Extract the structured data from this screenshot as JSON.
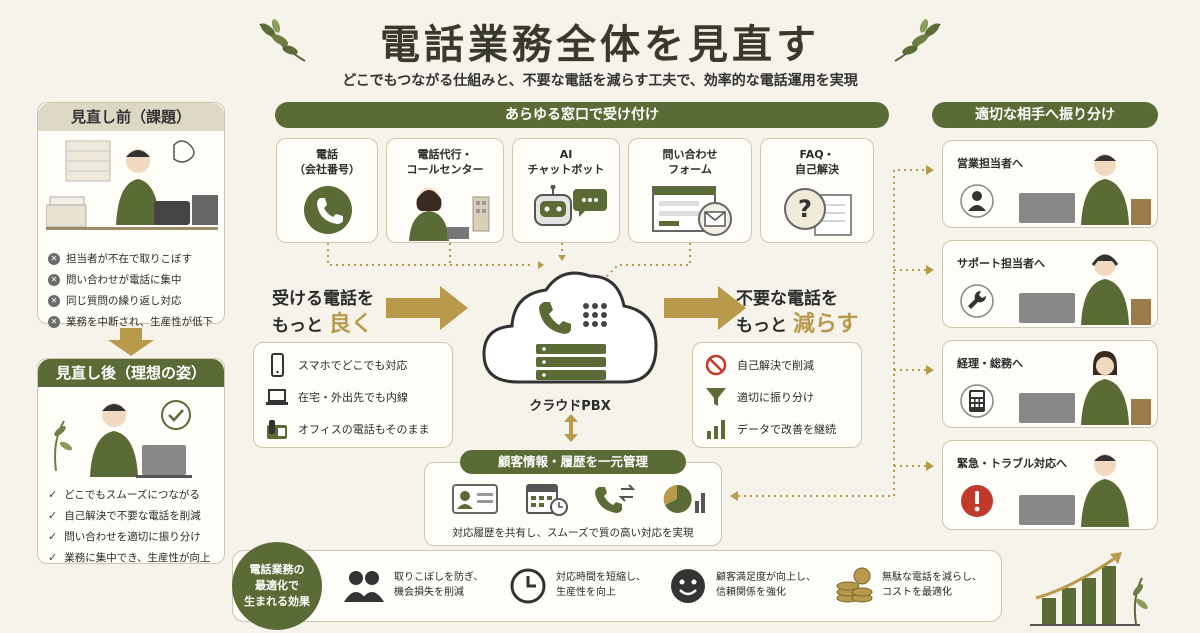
{
  "title": "電話業務全体を見直す",
  "subtitle": "どこでもつながる仕組みと、不要な電話を減らす工夫で、効率的な電話運用を実現",
  "before": {
    "header": "見直し前（課題）",
    "items": [
      "担当者が不在で取りこぼす",
      "問い合わせが電話に集中",
      "同じ質問の繰り返し対応",
      "業務を中断され、生産性が低下"
    ]
  },
  "after": {
    "header": "見直し後（理想の姿）",
    "items": [
      "どこでもスムーズにつながる",
      "自己解決で不要な電話を削減",
      "問い合わせを適切に振り分け",
      "業務に集中でき、生産性が向上"
    ]
  },
  "channels": {
    "header": "あらゆる窓口で受け付け",
    "items": [
      {
        "label": "電話\n（会社番号）",
        "icon": "phone-icon"
      },
      {
        "label": "電話代行・\nコールセンター",
        "icon": "operator-icon"
      },
      {
        "label": "AI\nチャットボット",
        "icon": "robot-icon"
      },
      {
        "label": "問い合わせ\nフォーム",
        "icon": "form-icon"
      },
      {
        "label": "FAQ・\n自己解決",
        "icon": "faq-icon"
      }
    ]
  },
  "left_message": {
    "line1": "受ける電話を",
    "line2a": "もっと",
    "line2b": "良く"
  },
  "right_message": {
    "line1": "不要な電話を",
    "line2a": "もっと",
    "line2b": "減らす"
  },
  "center": {
    "label": "クラウドPBX"
  },
  "left_features": [
    "スマホでどこでも対応",
    "在宅・外出先でも内線",
    "オフィスの電話もそのまま"
  ],
  "right_features": [
    "自己解決で削減",
    "適切に振り分け",
    "データで改善を継続"
  ],
  "crm": {
    "header": "顧客情報・履歴を一元管理",
    "caption": "対応履歴を共有し、スムーズで質の高い対応を実現"
  },
  "routing": {
    "header": "適切な相手へ振り分け",
    "items": [
      "営業担当者へ",
      "サポート担当者へ",
      "経理・総務へ",
      "緊急・トラブル対応へ"
    ]
  },
  "effects": {
    "badge": "電話業務の\n最適化で\n生まれる効果",
    "items": [
      "取りこぼしを防ぎ、\n機会損失を削減",
      "対応時間を短縮し、\n生産性を向上",
      "顧客満足度が向上し、\n信頼関係を強化",
      "無駄な電話を減らし、\nコストを最適化"
    ]
  },
  "colors": {
    "primary": "#5b6b36",
    "accent": "#b99a4c",
    "background": "#f6f3ea",
    "alert": "#c0392b"
  }
}
